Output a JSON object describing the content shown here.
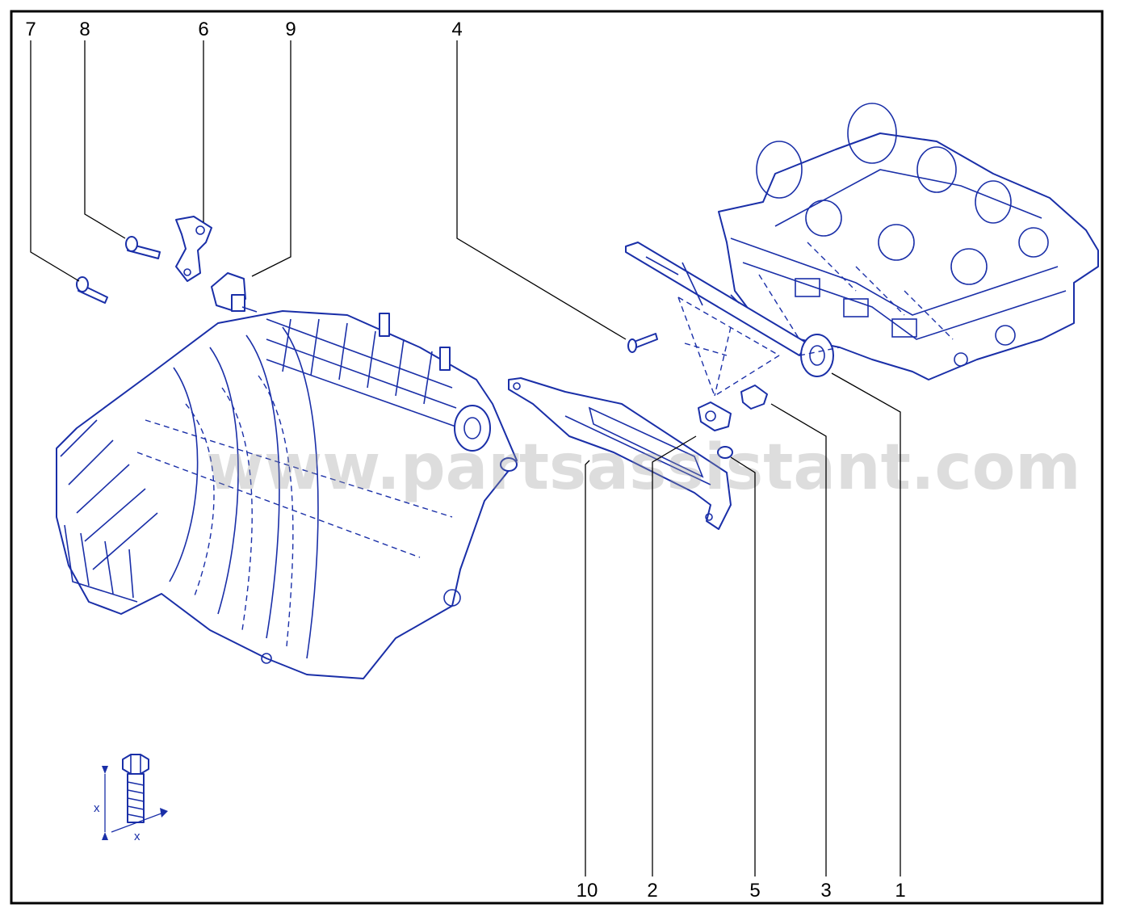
{
  "diagram": {
    "callouts": {
      "c7": "7",
      "c8": "8",
      "c6": "6",
      "c9": "9",
      "c4": "4",
      "c10": "10",
      "c2": "2",
      "c5": "5",
      "c3": "3",
      "c1": "1"
    },
    "watermark": "www.partsassistant.com",
    "bolt_legend": {
      "dimension_label_length": "x",
      "dimension_label_diameter": "x"
    },
    "colors": {
      "line_art": "#1a2fa8",
      "frame": "#000000",
      "watermark": "#9a9a9a"
    }
  }
}
